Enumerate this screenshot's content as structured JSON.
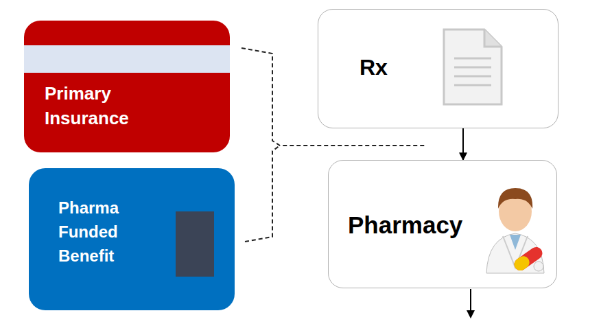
{
  "diagram": {
    "nodes": [
      {
        "text": [
          "Primary Insurance"
        ]
      },
      {
        "text": [
          "Pharma Funded Benefit"
        ]
      },
      {
        "text": [
          "Rx"
        ]
      },
      {
        "text": [
          "Pharmacy"
        ]
      }
    ],
    "edges": [
      {
        "from": 2,
        "to": 3,
        "arrow": "to"
      }
    ]
  }
}
